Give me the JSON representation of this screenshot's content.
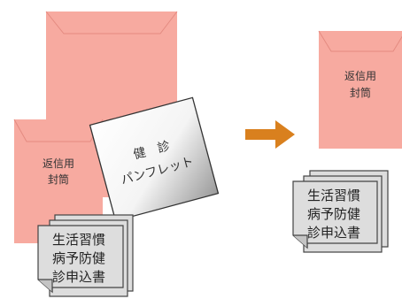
{
  "left": {
    "return_envelope": {
      "line1": "返信用",
      "line2": "封筒"
    },
    "pamphlet": {
      "line1": "健　診",
      "line2": "パンフレット"
    },
    "form": {
      "line1": "生活習慣",
      "line2": "病予防健",
      "line3": "診申込書"
    }
  },
  "right": {
    "return_envelope": {
      "line1": "返信用",
      "line2": "封筒"
    },
    "form": {
      "line1": "生活習慣",
      "line2": "病予防健",
      "line3": "診申込書"
    }
  },
  "colors": {
    "envelope_fill": "#f7aaa0",
    "envelope_flap": "#ee9a90",
    "arrow": "#d9801e",
    "form_fill": "#dddddd",
    "form_border": "#444444"
  }
}
